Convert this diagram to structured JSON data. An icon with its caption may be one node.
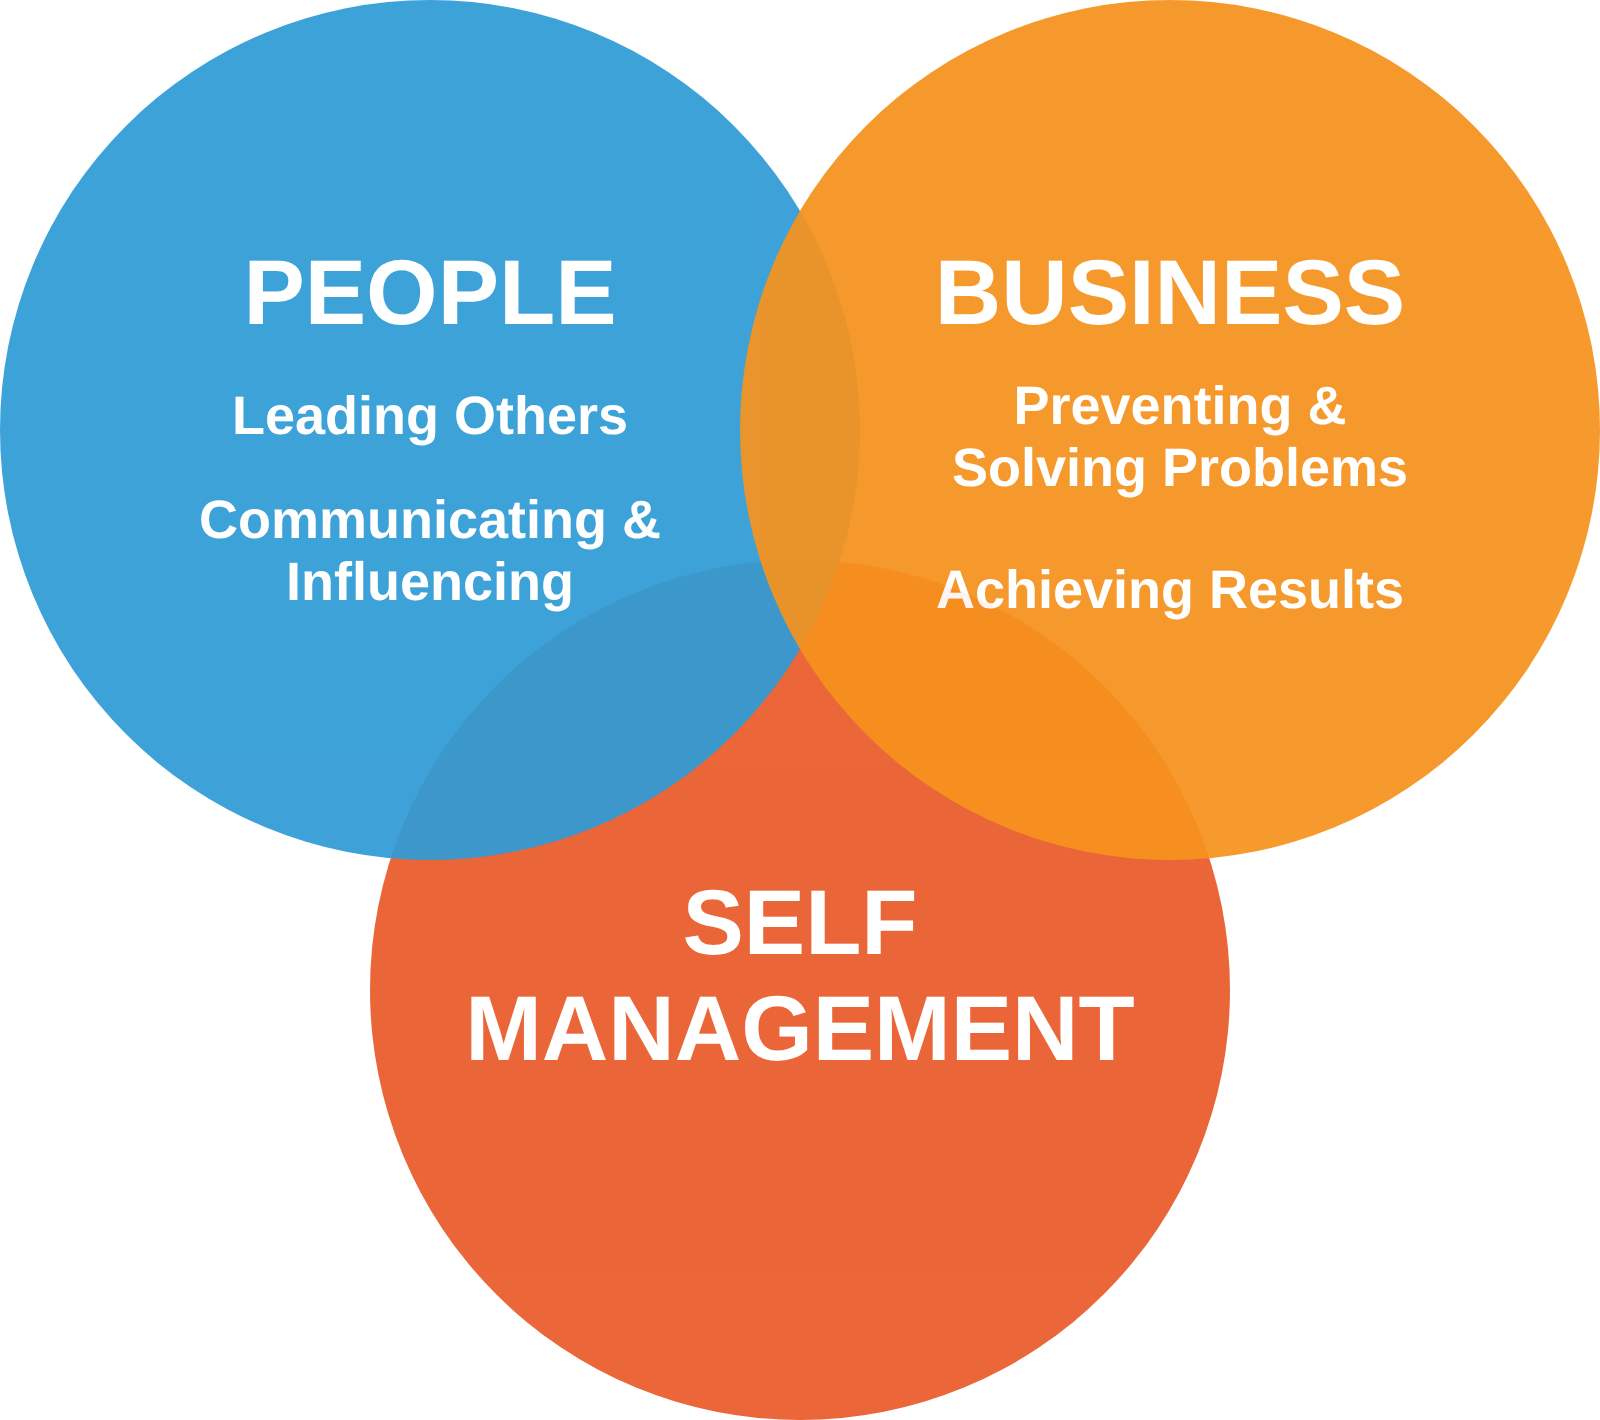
{
  "diagram": {
    "nodes": [
      {
        "text": [
          "PEOPLE",
          "Leading Others",
          "Communicating & Influencing"
        ]
      },
      {
        "text": [
          "BUSINESS",
          "Preventing & Solving Problems",
          "Achieving Results"
        ]
      },
      {
        "text": [
          "SELF MANAGEMENT"
        ]
      }
    ]
  }
}
